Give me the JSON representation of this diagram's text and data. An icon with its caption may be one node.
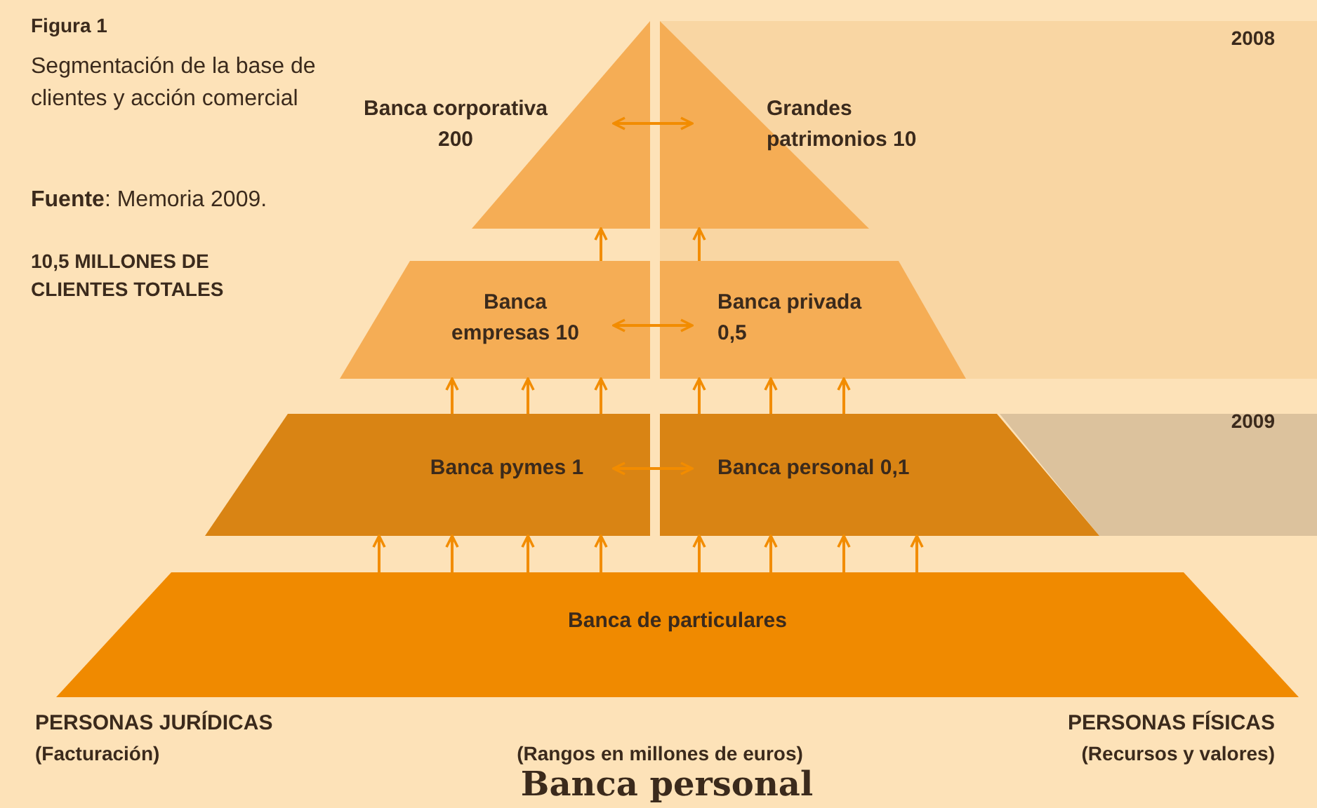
{
  "diagram": {
    "title": "Figura 1",
    "caption": "Segmentación de la base de clientes y acción comercial",
    "nodes": [
      {
        "text": [
          "Banca corporativa 200"
        ]
      },
      {
        "text": [
          "Grandes patrimonios 10"
        ]
      },
      {
        "text": [
          "Banca empresas 10"
        ]
      },
      {
        "text": [
          "Banca privada 0,5"
        ]
      },
      {
        "text": [
          "Banca pymes 1"
        ]
      },
      {
        "text": [
          "Banca personal 0,1"
        ]
      },
      {
        "text": [
          "Banca de particulares"
        ]
      }
    ],
    "edges": [
      {
        "from": 0,
        "to": 1,
        "arrow": "both"
      },
      {
        "from": 2,
        "to": 3,
        "arrow": "both"
      },
      {
        "from": 4,
        "to": 5,
        "arrow": "both"
      },
      {
        "from": 2,
        "to": 0,
        "arrow": "to"
      },
      {
        "from": 3,
        "to": 1,
        "arrow": "to"
      },
      {
        "from": 4,
        "to": 2,
        "arrow": "to"
      },
      {
        "from": 4,
        "to": 2,
        "arrow": "to"
      },
      {
        "from": 4,
        "to": 2,
        "arrow": "to"
      },
      {
        "from": 5,
        "to": 3,
        "arrow": "to"
      },
      {
        "from": 5,
        "to": 3,
        "arrow": "to"
      },
      {
        "from": 5,
        "to": 3,
        "arrow": "to"
      },
      {
        "from": 6,
        "to": 4,
        "arrow": "to"
      },
      {
        "from": 6,
        "to": 4,
        "arrow": "to"
      },
      {
        "from": 6,
        "to": 4,
        "arrow": "to"
      },
      {
        "from": 6,
        "to": 4,
        "arrow": "to"
      },
      {
        "from": 6,
        "to": 5,
        "arrow": "to"
      },
      {
        "from": 6,
        "to": 5,
        "arrow": "to"
      },
      {
        "from": 6,
        "to": 5,
        "arrow": "to"
      },
      {
        "from": 6,
        "to": 5,
        "arrow": "to"
      }
    ],
    "labels": [
      "2008",
      "**Fuente**: Memoria 2009.",
      "10,5 MILLONES DE CLIENTES TOTALES",
      "2009",
      "PERSONAS JURÍDICAS",
      "(Facturación)",
      "(Rangos en millones de euros)",
      "PERSONAS FÍSICAS",
      "(Recursos y valores)",
      "Banca personal"
    ]
  }
}
